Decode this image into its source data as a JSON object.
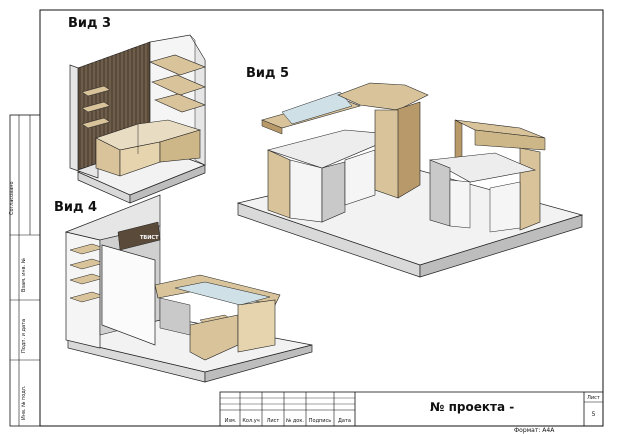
{
  "views": {
    "view3": "Вид 3",
    "view4": "Вид 4",
    "view5": "Вид 5"
  },
  "side_stamp": {
    "agreed": "Согласовано",
    "replaced": "Взам. инв. №",
    "signature_date": "Подп. и дата",
    "original_inventory": "Инв. № подл."
  },
  "title_block": {
    "project_number": "№ проекта -",
    "sheet_label": "Лист",
    "sheet_number": "5",
    "columns": [
      "Изм.",
      "Кол.уч",
      "Лист",
      "№ док.",
      "Подпись",
      "Дата"
    ],
    "format": "Формат: А4А"
  },
  "sign_text": "ТВИСТ",
  "colors": {
    "wood": "#d8c39a",
    "wood_dark": "#b89a6a",
    "floor_top": "#f2f2f2",
    "floor_side": "#d9d9d9",
    "panel_white": "#f5f5f5",
    "panel_grey": "#c9c9c9",
    "outline": "#222222"
  }
}
